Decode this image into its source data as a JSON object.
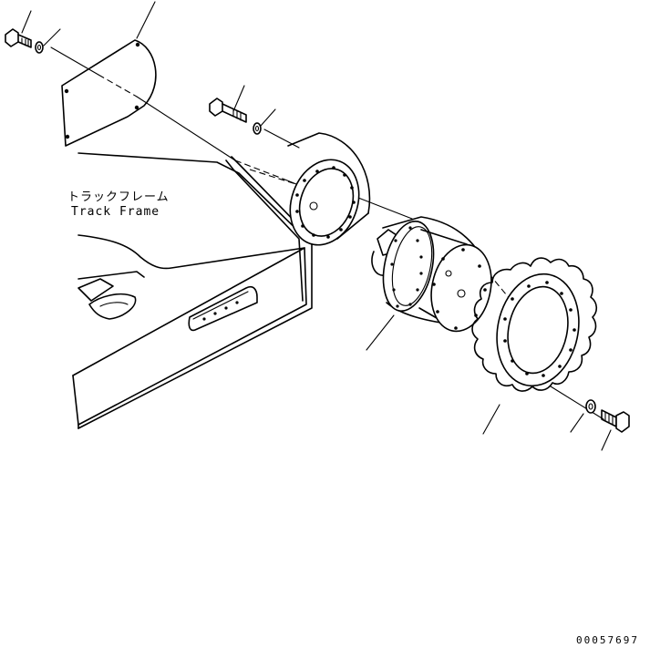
{
  "labels": {
    "track_frame_jp": "トラックフレーム",
    "track_frame_en": "Track Frame"
  },
  "drawing_number": "00057697"
}
